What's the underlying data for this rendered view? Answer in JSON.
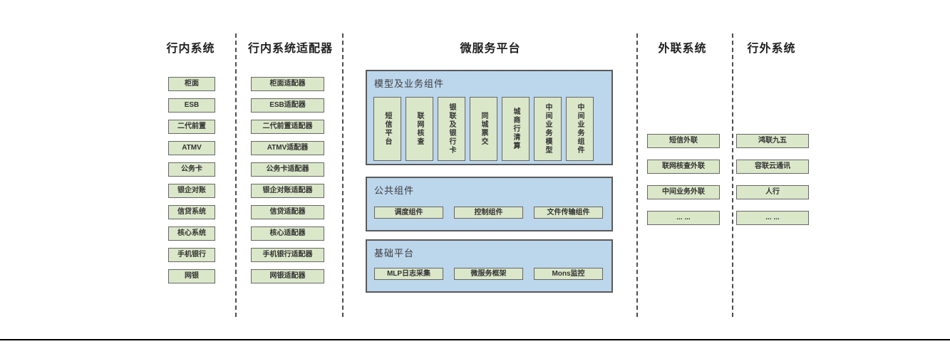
{
  "diagram": {
    "columns": [
      {
        "header": "行内系统",
        "items": [
          "柜面",
          "ESB",
          "二代前置",
          "ATMV",
          "公务卡",
          "银企对账",
          "信贷系统",
          "核心系统",
          "手机银行",
          "网银"
        ]
      },
      {
        "header": "行内系统适配器",
        "items": [
          "柜面适配器",
          "ESB适配器",
          "二代前置适配器",
          "ATMV适配器",
          "公务卡适配器",
          "银企对账适配器",
          "信贷适配器",
          "核心适配器",
          "手机银行适配器",
          "网银适配器"
        ]
      }
    ],
    "platform": {
      "header": "微服务平台",
      "sections": [
        {
          "title": "模型及业务组件",
          "items": [
            "短信平台",
            "联网核查",
            "银联及银行卡",
            "同城票交",
            "城商行清算",
            "中间业务模型",
            "中间业务组件"
          ]
        },
        {
          "title": "公共组件",
          "items": [
            "调度组件",
            "控制组件",
            "文件传输组件"
          ]
        },
        {
          "title": "基础平台",
          "items": [
            "MLP日志采集",
            "微服务框架",
            "Mons监控"
          ]
        }
      ]
    },
    "external_column": {
      "header": "外联系统",
      "items": [
        "短信外联",
        "联网核查外联",
        "中间业务外联",
        "... ..."
      ]
    },
    "outside_column": {
      "header": "行外系统",
      "items": [
        "鸿联九五",
        "容联云通讯",
        "人行",
        "... ..."
      ]
    }
  },
  "colors": {
    "green_fill": "#dbe7c9",
    "green_border": "#666666",
    "blue_fill": "#bcd6ec",
    "blue_border": "#5a5a5a",
    "separator": "#4d4d4d",
    "bottom_line": "#000000",
    "header_text": "#1f1f1f",
    "box_text": "#333333"
  }
}
